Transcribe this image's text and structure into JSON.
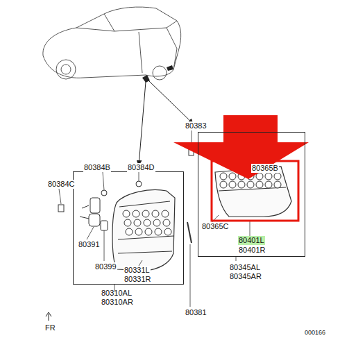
{
  "diagram": {
    "nodes": [
      {
        "text": [
          "80310AL",
          "80310AR"
        ]
      },
      {
        "text": [
          "80345AL",
          "80345AR"
        ]
      }
    ],
    "labels": [
      "80383",
      "80384B",
      "80384D",
      "80384C",
      "80365B",
      "80365C",
      "80401L",
      "80401R",
      "80391",
      "80399",
      "80331L",
      "80331R",
      "80381",
      "FR",
      "000166"
    ]
  }
}
